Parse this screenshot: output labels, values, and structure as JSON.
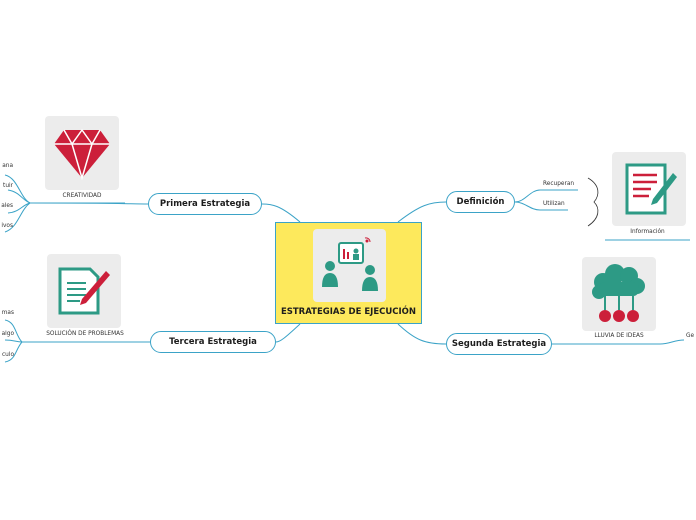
{
  "central": {
    "title": "ESTRATEGIAS DE EJECUCIÓN",
    "icon": "presentation-icon"
  },
  "branches": {
    "primera": "Primera Estrategia",
    "tercera": "Tercera Estrategia",
    "definicion": "Definición",
    "segunda": "Segunda Estrategia"
  },
  "topics": {
    "creatividad": {
      "label": "CREATIVIDAD",
      "icon": "ruby-gem-icon"
    },
    "solucion": {
      "label": "SOLUCIÓN DE PROBLEMAS",
      "icon": "edit-document-icon"
    },
    "informacion": {
      "label": "Información",
      "icon": "document-pencil-icon"
    },
    "lluvia": {
      "label": "LLUVIA DE IDEAS",
      "icon": "brainstorm-cloud-icon"
    }
  },
  "leaves": {
    "creatividad": [
      "ana",
      "tuir",
      "ales",
      "ivos"
    ],
    "solucion": [
      "mas",
      "algo",
      "culo"
    ],
    "definicion": [
      "Recuperan",
      "Utilizan"
    ],
    "lluvia_right": "Ge"
  },
  "colors": {
    "central_fill": "#fde95c",
    "node_border": "#3ba3c7",
    "ruby": "#cc1f3a",
    "teal": "#2d9a85",
    "red": "#cc1f3a"
  }
}
